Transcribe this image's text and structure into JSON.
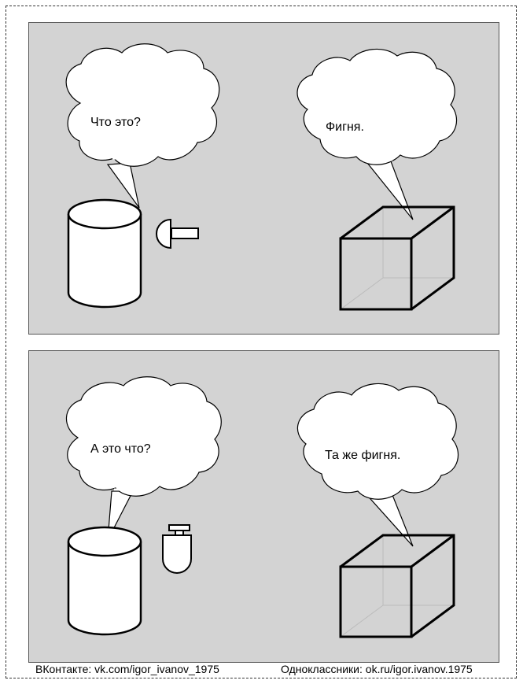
{
  "panels": [
    {
      "left_speech": "Что это?",
      "right_speech": "Фигня."
    },
    {
      "left_speech": "А это что?",
      "right_speech": "Та же фигня."
    }
  ],
  "footer": {
    "vk": "ВКонтакте:  vk.com/igor_ivanov_1975",
    "ok": "Одноклассники:  ok.ru/igor.ivanov.1975"
  },
  "colors": {
    "panel_bg": "#d3d3d3",
    "bubble_fill": "#ffffff",
    "outline": "#000000"
  }
}
